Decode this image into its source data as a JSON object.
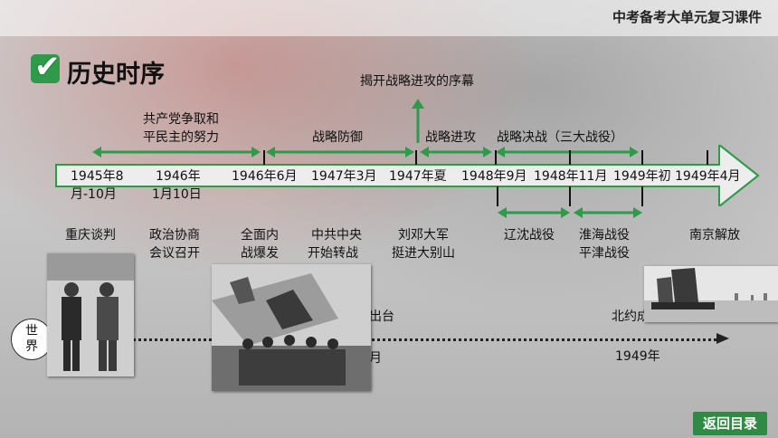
{
  "header": {
    "course_title": "中考备考大单元复习课件"
  },
  "section": {
    "title": "历史时序",
    "icon": "check-icon"
  },
  "colors": {
    "accent_green": "#2e9a4a",
    "arrow_fill": "#f2f2f2"
  },
  "top_notes": {
    "strategic_offensive_note": "揭开战略进攻的序幕",
    "cpc_effort_line1": "共产党争取和",
    "cpc_effort_line2": "平民主的努力",
    "strategic_defense": "战略防御",
    "strategic_offensive": "战略进攻",
    "decisive_battles": "战略决战（三大战役）"
  },
  "timeline_dates": {
    "d1_line1": "1945年8",
    "d1_line2": "月-10月",
    "d2_line1": "1946年",
    "d2_line2": "1月10日",
    "d3": "1946年6月",
    "d4": "1947年3月",
    "d5": "1947年夏",
    "d6": "1948年9月",
    "d7": "1948年11月",
    "d8": "1949年初",
    "d9": "1949年4月"
  },
  "events": {
    "e1": "重庆谈判",
    "e2_line1": "政治协商",
    "e2_line2": "会议召开",
    "e3_line1": "全面内",
    "e3_line2": "战爆发",
    "e4_line1": "中共中央",
    "e4_line2": "开始转战",
    "e5_line1": "刘邓大军",
    "e5_line2": "挺进大别山",
    "e6": "辽沈战役",
    "e7_line1": "淮海战役",
    "e7_line2": "平津战役",
    "e8": "南京解放"
  },
  "world": {
    "label_line1": "世",
    "label_line2": "界",
    "event_partial1": "出台",
    "event_partial2": "月",
    "event_partial3": "北约成",
    "year_partial": "1949年"
  },
  "photos": {
    "photo1": "photo-chongqing-negotiation",
    "photo2": "photo-civil-war-soldiers",
    "photo3": "photo-sailboats-yangtze"
  },
  "footer": {
    "back_button": "返回目录"
  }
}
